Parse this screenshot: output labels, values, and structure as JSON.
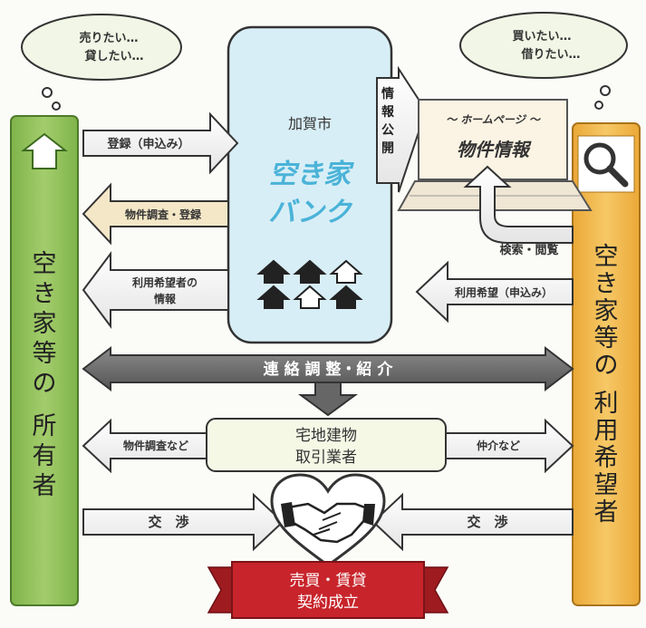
{
  "owner_thought": [
    "売りたい…",
    "貸したい…"
  ],
  "user_thought": [
    "買いたい…",
    "借りたい…"
  ],
  "owner_label": [
    "空",
    "き",
    "家",
    "等",
    "の",
    "所",
    "有",
    "者"
  ],
  "user_label": [
    "空",
    "き",
    "家",
    "等",
    "の",
    "利",
    "用",
    "希",
    "望",
    "者"
  ],
  "akiya_bank": {
    "city": "加賀市",
    "title_line1": "空き家",
    "title_line2": "バンク"
  },
  "info_disclosure": [
    "情",
    "報",
    "公",
    "開"
  ],
  "website": {
    "header": "～ ホームページ ～",
    "title": "物件情報"
  },
  "arrows": {
    "registration": "登録（申込み）",
    "survey_registration": "物件調査・登録",
    "user_info": [
      "利用希望者の",
      "情報"
    ],
    "search_browse": "検索・閲覧",
    "use_request": "利用希望（申込み）",
    "liaison": "連 絡 調 整・紹 介",
    "property_survey": "物件調査など",
    "brokerage": "仲介など",
    "negotiation_left": "交　渉",
    "negotiation_right": "交　渉"
  },
  "broker": [
    "宅地建物",
    "取引業者"
  ],
  "contract": [
    "売買・賃貸",
    "契約成立"
  ],
  "colors": {
    "owner_green": "#8cbd55",
    "user_orange": "#f0b646",
    "bank_blue": "#d9eef6",
    "contract_red": "#c8242b",
    "bank_title_blue": "#4ab3d8",
    "liaison_gray": "#666666"
  }
}
